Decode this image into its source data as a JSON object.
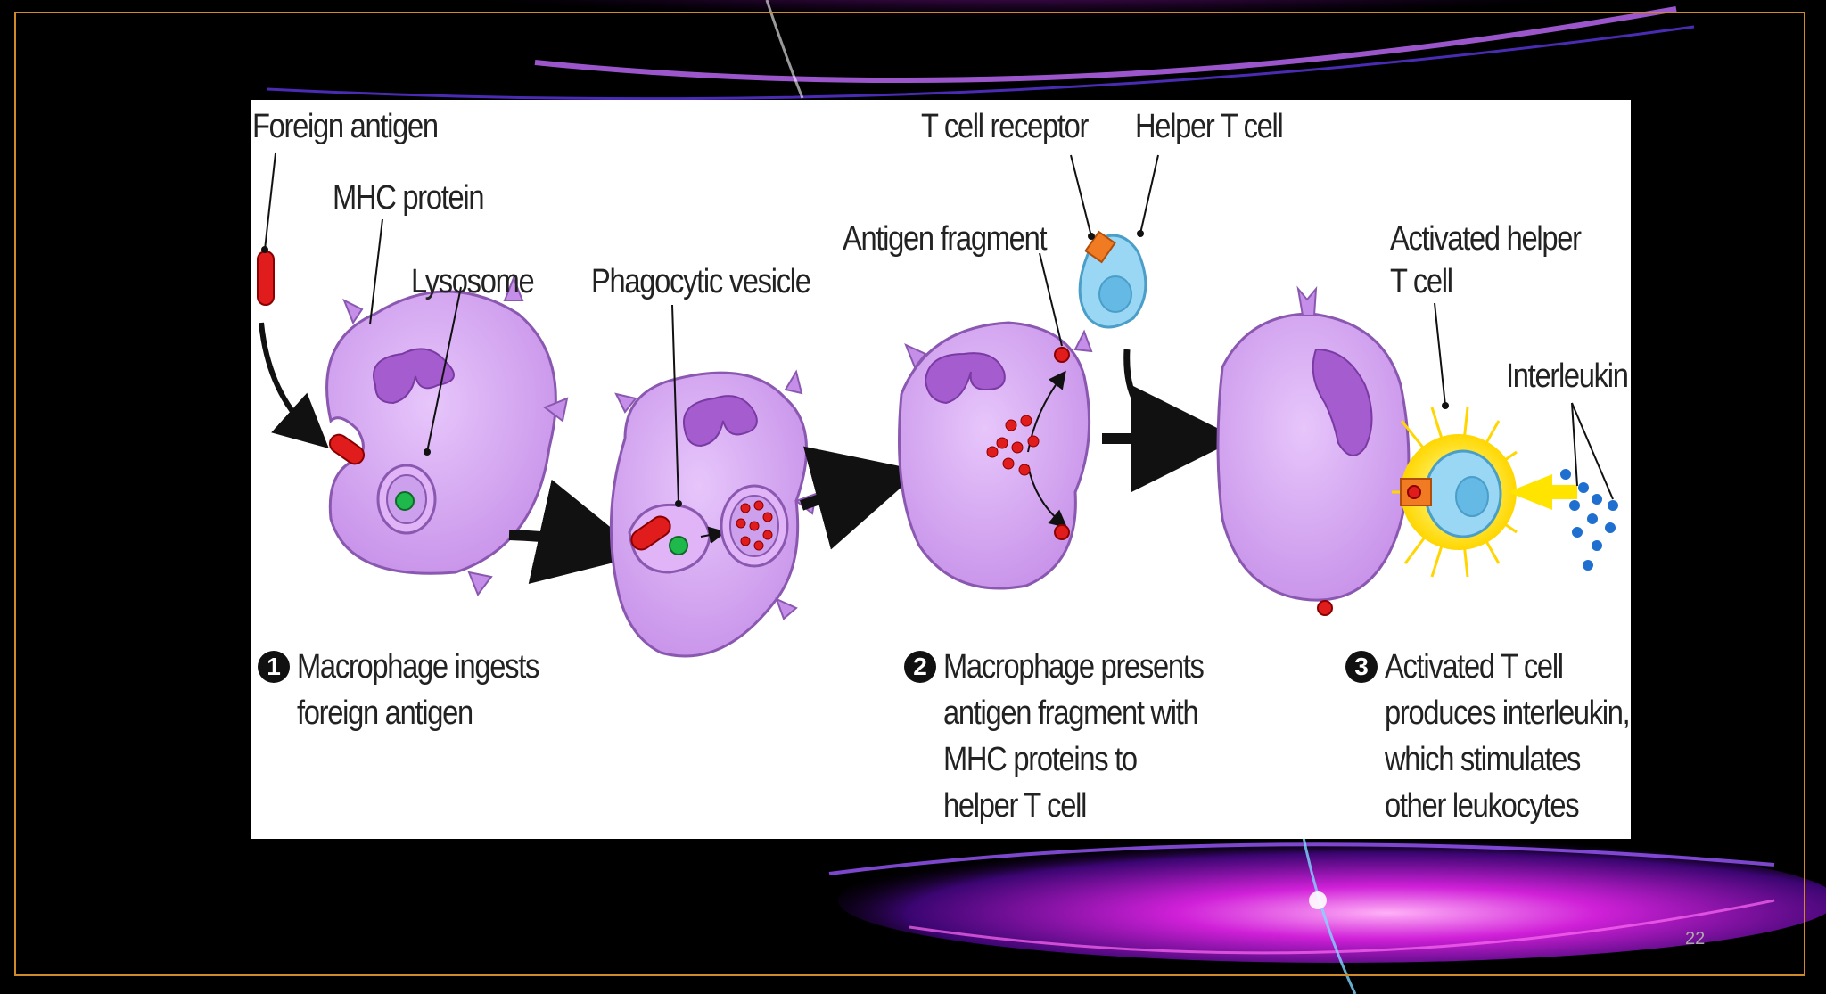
{
  "labels": {
    "foreign_antigen": "Foreign antigen",
    "mhc_protein": "MHC protein",
    "lysosome": "Lysosome",
    "phagocytic_vesicle": "Phagocytic vesicle",
    "antigen_fragment": "Antigen fragment",
    "t_cell_receptor": "T cell receptor",
    "helper_t_cell": "Helper T cell",
    "activated_helper_line1": "Activated helper",
    "activated_helper_line2": "T cell",
    "interleukin": "Interleukin"
  },
  "steps": [
    {
      "number": "1",
      "lines": [
        "Macrophage ingests",
        "foreign antigen"
      ]
    },
    {
      "number": "2",
      "lines": [
        "Macrophage presents",
        "antigen fragment with",
        "MHC proteins to",
        "helper T cell"
      ]
    },
    {
      "number": "3",
      "lines": [
        "Activated T cell",
        "produces interleukin,",
        "which stimulates",
        "other leukocytes"
      ]
    }
  ],
  "slide_number": "22",
  "colors": {
    "cell_fill": "#d7a6f2",
    "cell_stroke": "#8a58b0",
    "nucleus": "#a55ccf",
    "antigen": "#e01c1c",
    "t_cell": "#8fd0f0",
    "glow": "#ffe400",
    "frame": "#d08a2a"
  }
}
